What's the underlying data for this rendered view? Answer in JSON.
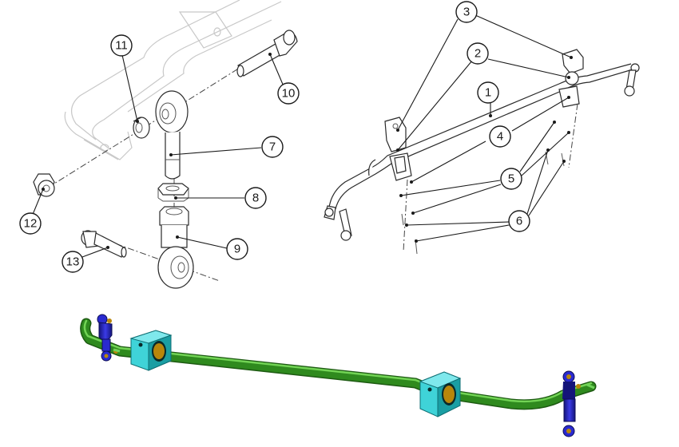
{
  "callouts": {
    "c1": "1",
    "c2": "2",
    "c3": "3",
    "c4": "4",
    "c5": "5",
    "c6": "6",
    "c7": "7",
    "c8": "8",
    "c9": "9",
    "c10": "10",
    "c11": "11",
    "c12": "12",
    "c13": "13"
  },
  "colors": {
    "bar": "#2f8a1e",
    "bar_highlight": "#6fd35a",
    "bushing": "#3fd3d8",
    "link": "#2a2ad0",
    "link_dark": "#14147a",
    "line": "#1a1a1a"
  }
}
